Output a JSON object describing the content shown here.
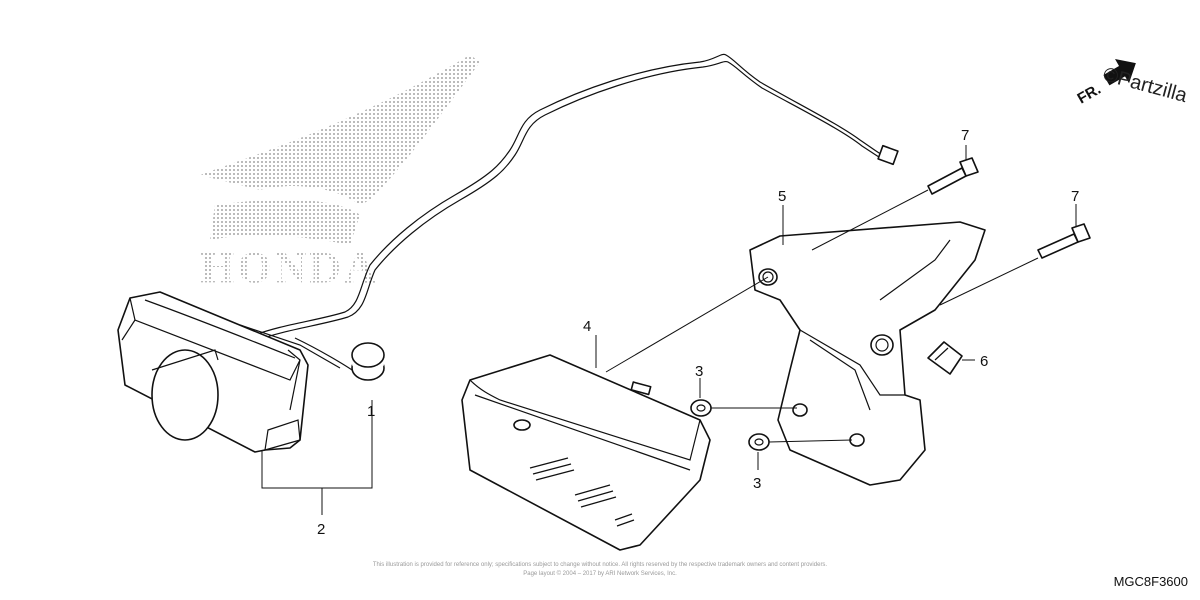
{
  "callouts": [
    {
      "id": "1",
      "label": "1"
    },
    {
      "id": "2",
      "label": "2"
    },
    {
      "id": "3a",
      "label": "3"
    },
    {
      "id": "3b",
      "label": "3"
    },
    {
      "id": "4",
      "label": "4"
    },
    {
      "id": "5",
      "label": "5"
    },
    {
      "id": "6",
      "label": "6"
    },
    {
      "id": "7a",
      "label": "7"
    },
    {
      "id": "7b",
      "label": "7"
    }
  ],
  "direction_marker": "FR.",
  "watermark": "©Partzilla",
  "logo_text": "HONDA",
  "diagram_code": "MGC8F3600",
  "legal_lines": [
    "This illustration is provided for reference only; specifications subject to change without notice. All rights reserved by the respective trademark owners and content providers.",
    "Page layout © 2004 – 2017 by ARI Network Services, Inc."
  ],
  "colors": {
    "line": "#111111",
    "logo_dots": "#8a8a8a"
  }
}
